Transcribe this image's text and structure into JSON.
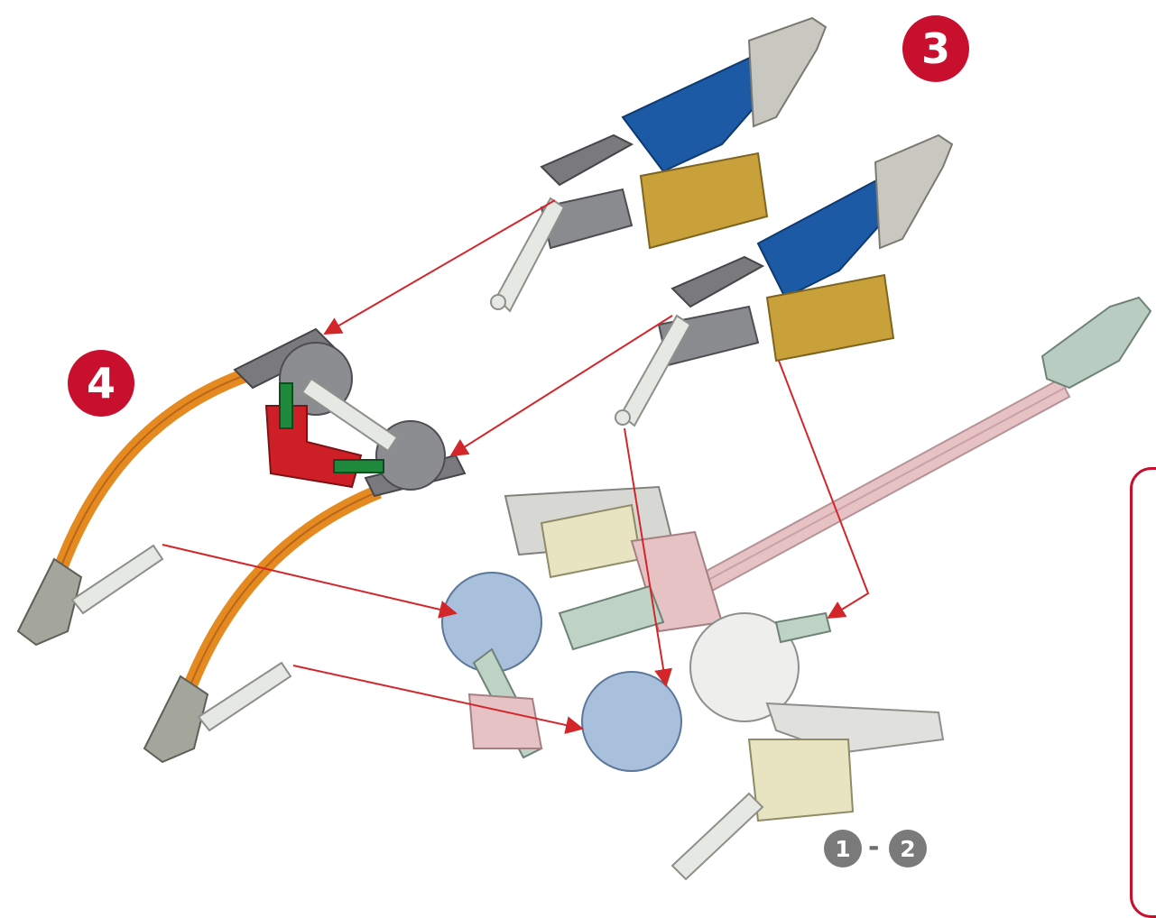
{
  "steps": {
    "step3": "3",
    "step4": "4",
    "range_from": "1",
    "range_separator": "-",
    "range_to": "2"
  },
  "colors": {
    "badge_red": "#c8102e",
    "range_badge_gray": "#7a7a7a",
    "arrow_red": "#d3262b"
  }
}
